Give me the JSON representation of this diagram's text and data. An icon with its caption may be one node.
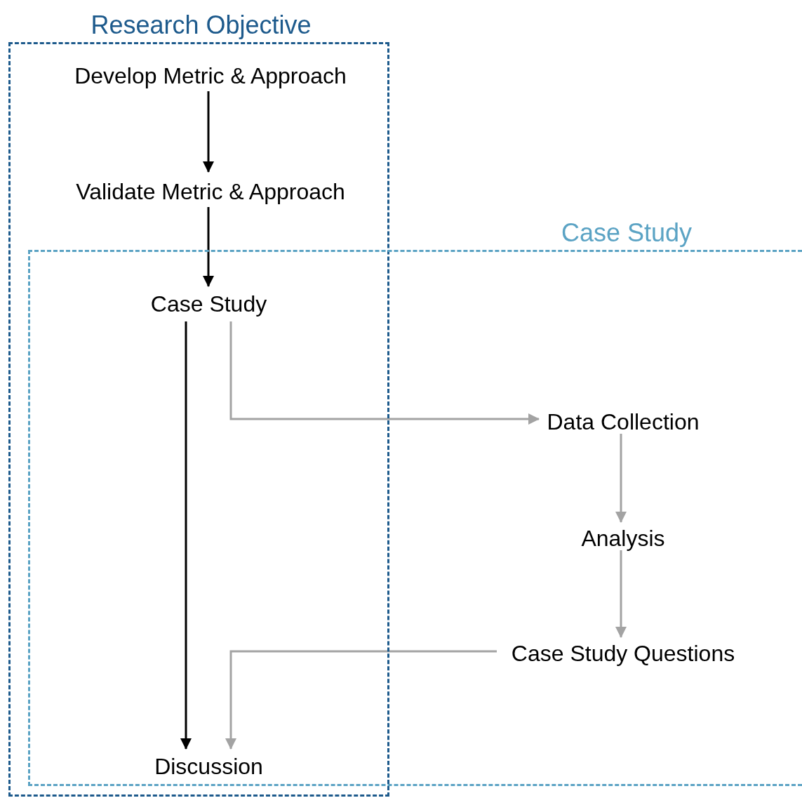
{
  "diagram": {
    "nodes": [
      {
        "text": [
          "Research Objective"
        ]
      },
      {
        "text": [
          "Case Study"
        ]
      },
      {
        "text": [
          "Develop Metric & Approach"
        ],
        "in": 0
      },
      {
        "text": [
          "Validate Metric & Approach"
        ],
        "in": 0
      },
      {
        "text": [
          "Case Study"
        ]
      },
      {
        "text": [
          "Data Collection"
        ],
        "in": 1
      },
      {
        "text": [
          "Analysis"
        ],
        "in": 1
      },
      {
        "text": [
          "Case Study Questions"
        ],
        "in": 1
      },
      {
        "text": [
          "Discussion"
        ]
      }
    ],
    "edges": [
      {
        "from": 2,
        "to": 3,
        "arrow": "to",
        "color": "#000000"
      },
      {
        "from": 3,
        "to": 4,
        "arrow": "to",
        "color": "#000000"
      },
      {
        "from": 4,
        "to": 8,
        "arrow": "to",
        "color": "#000000"
      },
      {
        "from": 4,
        "to": 5,
        "arrow": "to",
        "color": "#a3a3a3"
      },
      {
        "from": 5,
        "to": 6,
        "arrow": "to",
        "color": "#a3a3a3"
      },
      {
        "from": 6,
        "to": 7,
        "arrow": "to",
        "color": "#a3a3a3"
      },
      {
        "from": 7,
        "to": 8,
        "arrow": "to",
        "color": "#a3a3a3"
      }
    ]
  }
}
